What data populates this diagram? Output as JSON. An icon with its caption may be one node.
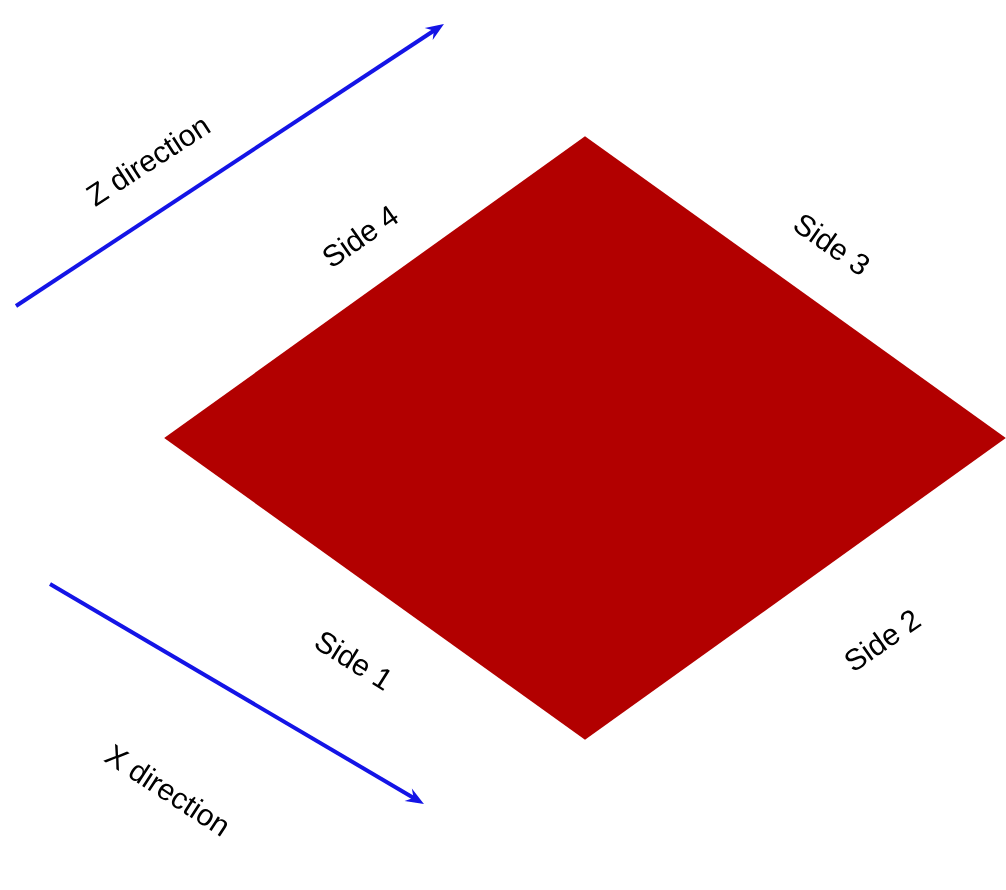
{
  "diagram": {
    "nodes": [
      {
        "text": [],
        "shape": "diamond",
        "beside": [
          "Side 4",
          "Side 3",
          "Side 1",
          "Side 2"
        ]
      }
    ],
    "labels": [
      "Z direction",
      "X direction"
    ]
  }
}
